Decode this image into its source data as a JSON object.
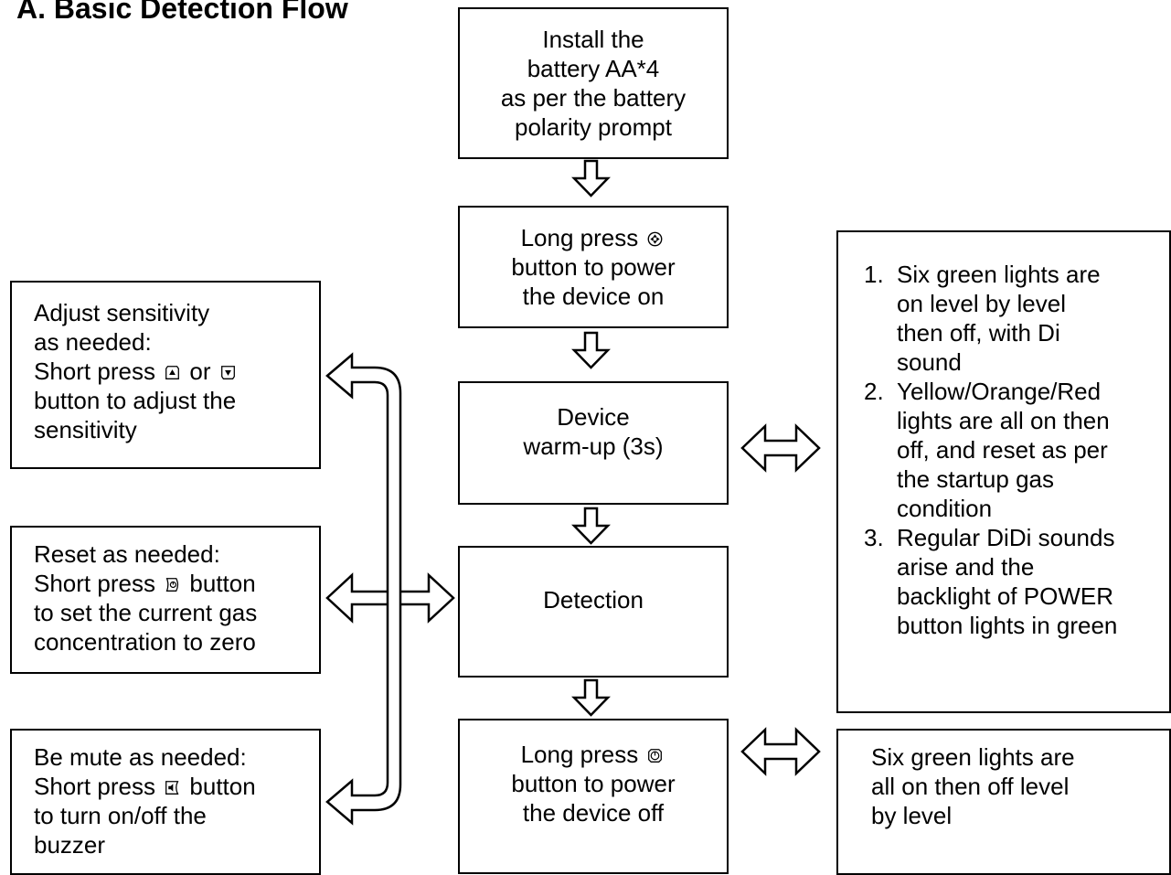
{
  "title": "A.  Basic Detection Flow",
  "install_box": {
    "lines": [
      "Install the",
      "battery AA*4",
      "as per the battery",
      "polarity prompt"
    ]
  },
  "power_on_box": {
    "line1": "Long press",
    "line2": "button to power",
    "line3": "the device on",
    "icon": "power-button-icon"
  },
  "warmup_box": {
    "lines": [
      "Device",
      "warm-up (3s)"
    ]
  },
  "detection_box": {
    "label": "Detection"
  },
  "power_off_box": {
    "line1": "Long press",
    "line2": "button to power",
    "line3": "the device off",
    "icon": "power-button-icon"
  },
  "sensitivity_box": {
    "line1": "Adjust sensitivity",
    "line2": "as needed:",
    "line3_a": "Short press",
    "line3_b": "or",
    "line4": "button to adjust the",
    "line5": "sensitivity",
    "icons": [
      "up-button-icon",
      "down-button-icon"
    ]
  },
  "reset_box": {
    "line1": "Reset as needed:",
    "line2_a": "Short press",
    "line2_b": "button",
    "line3": "to set the current gas",
    "line4": "concentration to zero",
    "icon": "reset-button-icon"
  },
  "mute_box": {
    "line1": "Be mute as needed:",
    "line2_a": "Short press",
    "line2_b": "button",
    "line3": "to turn on/off the",
    "line4": "buzzer",
    "icon": "mute-button-icon"
  },
  "warmup_notes": {
    "items": [
      {
        "num": "1.",
        "lines": [
          "Six green lights are",
          "on level by level",
          "then off, with Di",
          "sound"
        ]
      },
      {
        "num": "2.",
        "lines": [
          "Yellow/Orange/Red",
          "lights are all on then",
          "off, and reset as per",
          "the startup gas",
          "condition"
        ]
      },
      {
        "num": "3.",
        "lines": [
          "Regular DiDi sounds",
          "arise and the",
          "backlight of POWER",
          "button lights in green"
        ]
      }
    ]
  },
  "poweroff_notes": {
    "lines": [
      "Six green lights are",
      "all on then off level",
      "by level"
    ]
  },
  "colors": {
    "stroke": "#000000",
    "background": "#ffffff"
  }
}
